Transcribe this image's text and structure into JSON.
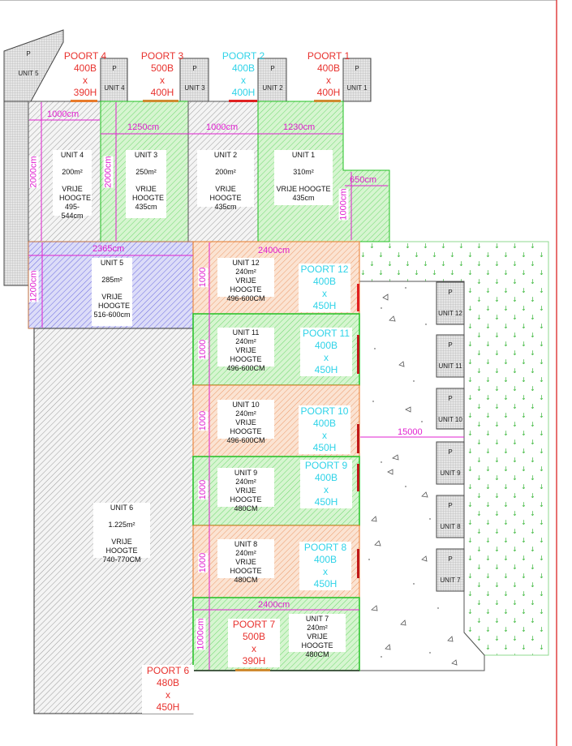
{
  "colors": {
    "gate_red": "#e8322e",
    "gate_cyan": "#2fd3e8",
    "dimension": "#e020d0",
    "green": "#22c022",
    "orange": "#e87a2a",
    "blue": "#5050d8"
  },
  "units": [
    {
      "id": "u1",
      "name": "UNIT 1",
      "area": "310m²",
      "height_label": "VRIJE HOOGTE",
      "height": "435cm"
    },
    {
      "id": "u2",
      "name": "UNIT 2",
      "area": "200m²",
      "height_label": "VRIJE HOOGTE",
      "height": "435cm"
    },
    {
      "id": "u3",
      "name": "UNIT 3",
      "area": "250m²",
      "height_label": "VRIJE HOOGTE",
      "height": "435cm"
    },
    {
      "id": "u4",
      "name": "UNIT 4",
      "area": "200m²",
      "height_label": "VRIJE HOOGTE",
      "height": "495-544cm"
    },
    {
      "id": "u5",
      "name": "UNIT 5",
      "area": "285m²",
      "height_label": "VRIJE HOOGTE",
      "height": "516-600cm"
    },
    {
      "id": "u6",
      "name": "UNIT 6",
      "area": "1.225m²",
      "height_label": "VRIJE HOOGTE",
      "height": "740-770CM"
    },
    {
      "id": "u7",
      "name": "UNIT 7",
      "area": "240m²",
      "height_label": "VRIJE HOOGTE",
      "height": "480CM"
    },
    {
      "id": "u8",
      "name": "UNIT 8",
      "area": "240m²",
      "height_label": "VRIJE HOOGTE",
      "height": "480CM"
    },
    {
      "id": "u9",
      "name": "UNIT 9",
      "area": "240m²",
      "height_label": "VRIJE HOOGTE",
      "height": "480CM"
    },
    {
      "id": "u10",
      "name": "UNIT 10",
      "area": "240m²",
      "height_label": "VRIJE HOOGTE",
      "height": "496-600CM"
    },
    {
      "id": "u11",
      "name": "UNIT 11",
      "area": "240m²",
      "height_label": "VRIJE HOOGTE",
      "height": "496-600CM"
    },
    {
      "id": "u12",
      "name": "UNIT 12",
      "area": "240m²",
      "height_label": "VRIJE HOOGTE",
      "height": "496-600CM"
    }
  ],
  "gates": [
    {
      "id": "p1",
      "name": "POORT 1",
      "width": "400B",
      "x": "x",
      "height": "400H",
      "color": "red"
    },
    {
      "id": "p2",
      "name": "POORT 2",
      "width": "400B",
      "x": "x",
      "height": "400H",
      "color": "cyan"
    },
    {
      "id": "p3",
      "name": "POORT 3",
      "width": "500B",
      "x": "x",
      "height": "400H",
      "color": "red"
    },
    {
      "id": "p4",
      "name": "POORT 4",
      "width": "400B",
      "x": "x",
      "height": "390H",
      "color": "red"
    },
    {
      "id": "p6",
      "name": "POORT 6",
      "width": "480B",
      "x": "x",
      "height": "450H",
      "color": "red"
    },
    {
      "id": "p7",
      "name": "POORT 7",
      "width": "500B",
      "x": "x",
      "height": "390H",
      "color": "red"
    },
    {
      "id": "p8",
      "name": "POORT 8",
      "width": "400B",
      "x": "x",
      "height": "450H",
      "color": "cyan"
    },
    {
      "id": "p9",
      "name": "POORT 9",
      "width": "400B",
      "x": "x",
      "height": "450H",
      "color": "cyan"
    },
    {
      "id": "p10",
      "name": "POORT 10",
      "width": "400B",
      "x": "x",
      "height": "450H",
      "color": "cyan"
    },
    {
      "id": "p11",
      "name": "POORT 11",
      "width": "400B",
      "x": "x",
      "height": "450H",
      "color": "cyan"
    },
    {
      "id": "p12",
      "name": "POORT 12",
      "width": "400B",
      "x": "x",
      "height": "450H",
      "color": "cyan"
    }
  ],
  "parking": [
    {
      "id": "pk5",
      "symbol": "P",
      "unit": "UNIT 5"
    },
    {
      "id": "pk4",
      "symbol": "P",
      "unit": "UNIT 4"
    },
    {
      "id": "pk3",
      "symbol": "P",
      "unit": "UNIT 3"
    },
    {
      "id": "pk2",
      "symbol": "P",
      "unit": "UNIT 2"
    },
    {
      "id": "pk1",
      "symbol": "P",
      "unit": "UNIT 1"
    },
    {
      "id": "pk12",
      "symbol": "P",
      "unit": "UNIT 12"
    },
    {
      "id": "pk11",
      "symbol": "P",
      "unit": "UNIT 11"
    },
    {
      "id": "pk10",
      "symbol": "P",
      "unit": "UNIT 10"
    },
    {
      "id": "pk9",
      "symbol": "P",
      "unit": "UNIT 9"
    },
    {
      "id": "pk8",
      "symbol": "P",
      "unit": "UNIT 8"
    },
    {
      "id": "pk7",
      "symbol": "P",
      "unit": "UNIT 7"
    }
  ],
  "dimensions": [
    {
      "id": "d1",
      "text": "1000cm"
    },
    {
      "id": "d2",
      "text": "1250cm"
    },
    {
      "id": "d3",
      "text": "1000cm"
    },
    {
      "id": "d4",
      "text": "1230cm"
    },
    {
      "id": "d5",
      "text": "650cm"
    },
    {
      "id": "d6",
      "text": "2000cm"
    },
    {
      "id": "d7",
      "text": "2000cm"
    },
    {
      "id": "d8",
      "text": "1000cm"
    },
    {
      "id": "d9",
      "text": "2365cm"
    },
    {
      "id": "d10",
      "text": "2400cm"
    },
    {
      "id": "d11",
      "text": "1200cm"
    },
    {
      "id": "d12",
      "text": "1000"
    },
    {
      "id": "d13",
      "text": "1000"
    },
    {
      "id": "d14",
      "text": "1000"
    },
    {
      "id": "d15",
      "text": "1000"
    },
    {
      "id": "d16",
      "text": "1000"
    },
    {
      "id": "d17",
      "text": "2400cm"
    },
    {
      "id": "d18",
      "text": "1000cm"
    },
    {
      "id": "d19",
      "text": "15000"
    }
  ]
}
